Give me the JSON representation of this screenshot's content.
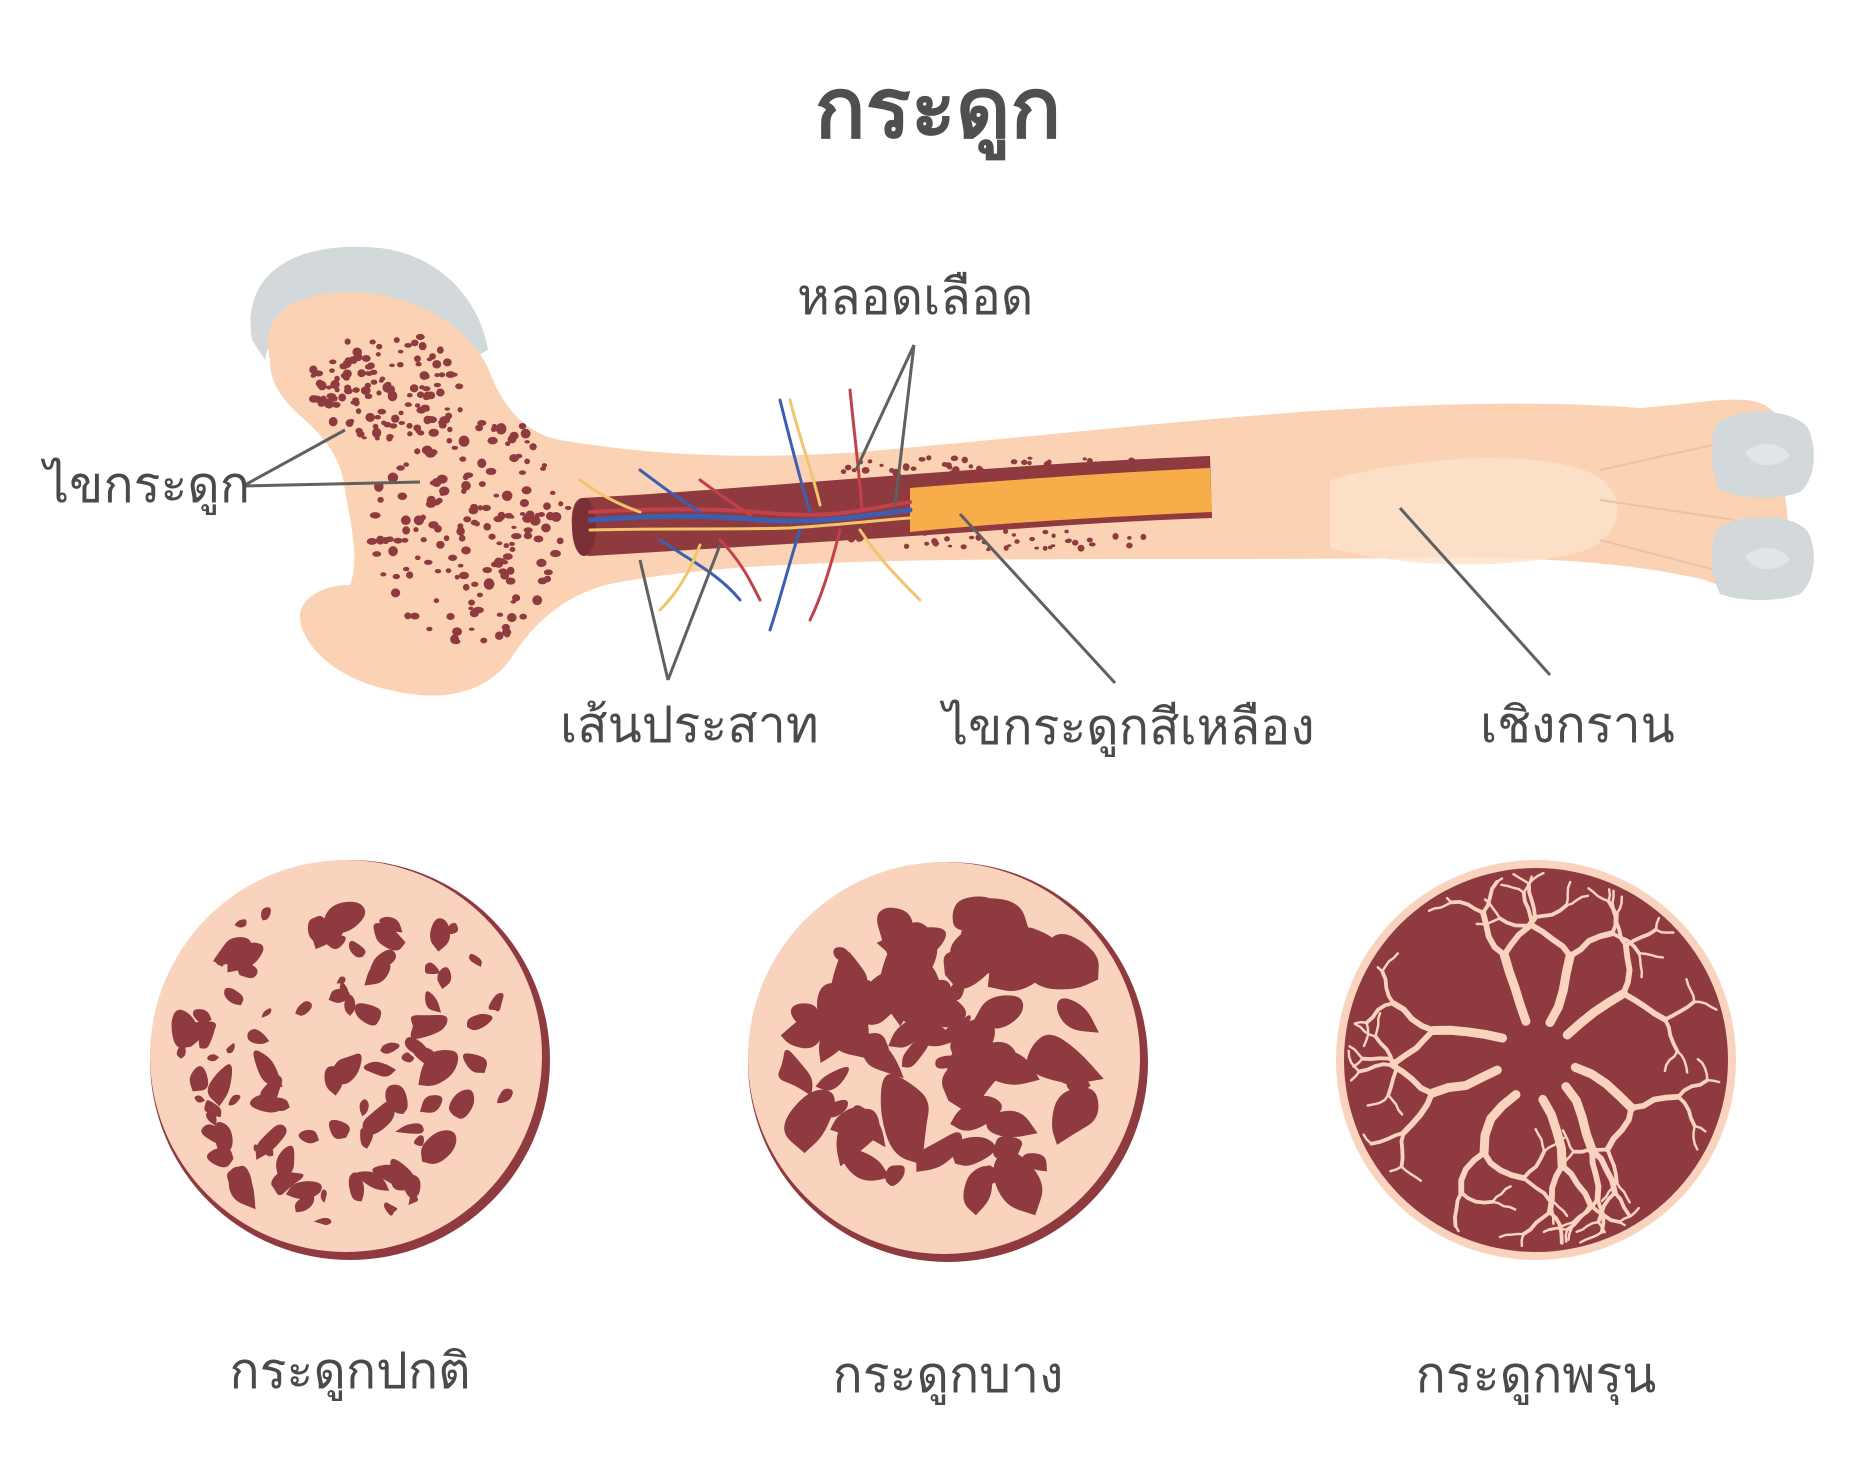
{
  "title": "กระดูก",
  "labels": {
    "marrow": "ไขกระดูก",
    "blood_vessel": "หลอดเลือด",
    "nerve": "เส้นประสาท",
    "yellow_marrow": "ไขกระดูกสีเหลือง",
    "condyle": "เชิงกราน"
  },
  "samples": [
    {
      "caption": "กระดูกปกติ"
    },
    {
      "caption": "กระดูกบาง"
    },
    {
      "caption": "กระดูกพรุน"
    }
  ],
  "colors": {
    "bone": "#fbd3b4",
    "bone_light": "#fde2cc",
    "cartilage": "#d5d9da",
    "marrow_dot": "#8f3a3e",
    "canal": "#8e3a3f",
    "yellow_marrow": "#f7ad4a",
    "vessel_blue": "#3c5fb0",
    "vessel_red": "#c2414a",
    "nerve_yellow": "#f2c46b",
    "leader": "#606060"
  }
}
